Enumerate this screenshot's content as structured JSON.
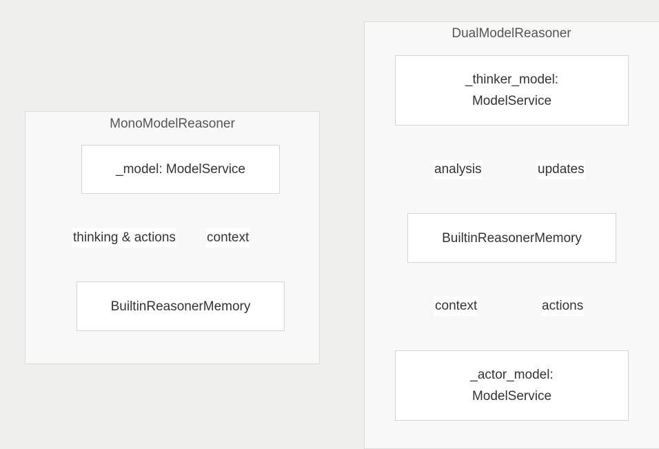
{
  "mono": {
    "title": "MonoModelReasoner",
    "model_node": "_model: ModelService",
    "memory_node": "BuiltinReasonerMemory",
    "edge_down_label": "thinking & actions",
    "edge_up_label": "context"
  },
  "dual": {
    "title": "DualModelReasoner",
    "thinker_node": [
      "_thinker_model:",
      "ModelService"
    ],
    "memory_node": "BuiltinReasonerMemory",
    "actor_node": [
      "_actor_model:",
      "ModelService"
    ],
    "edge_thinker_to_memory_label": "analysis",
    "edge_memory_to_thinker_label": "updates",
    "edge_memory_to_actor_label": "context",
    "edge_actor_to_memory_label": "actions"
  },
  "colors": {
    "background": "#efefed",
    "cluster_fill": "#f8f8f8",
    "node_fill": "#ffffff",
    "edge": "#9a9a9a"
  }
}
